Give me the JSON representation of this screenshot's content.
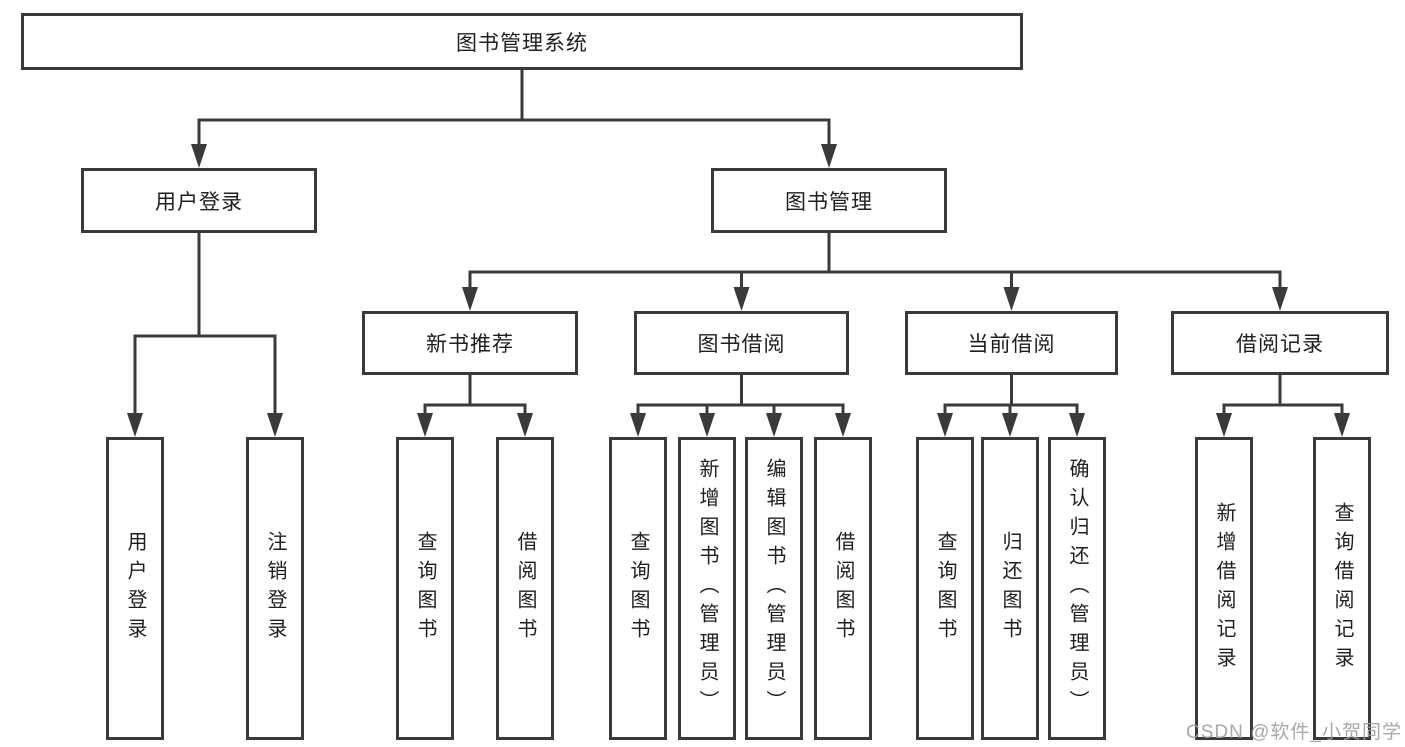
{
  "tree": {
    "root": {
      "label": "图书管理系统"
    },
    "branches": [
      {
        "label": "用户登录",
        "children": [
          {
            "label": "用户登录"
          },
          {
            "label": "注销登录"
          }
        ]
      },
      {
        "label": "图书管理",
        "groups": [
          {
            "label": "新书推荐",
            "children": [
              {
                "label": "查询图书"
              },
              {
                "label": "借阅图书"
              }
            ]
          },
          {
            "label": "图书借阅",
            "children": [
              {
                "label": "查询图书"
              },
              {
                "label": "新增图书（管理员）"
              },
              {
                "label": "编辑图书（管理员）"
              },
              {
                "label": "借阅图书"
              }
            ]
          },
          {
            "label": "当前借阅",
            "children": [
              {
                "label": "查询图书"
              },
              {
                "label": "归还图书"
              },
              {
                "label": "确认归还（管理员）"
              }
            ]
          },
          {
            "label": "借阅记录",
            "children": [
              {
                "label": "新增借阅记录"
              },
              {
                "label": "查询借阅记录"
              }
            ]
          }
        ]
      }
    ]
  },
  "watermark": {
    "text": "CSDN @软件_小贺同学"
  },
  "colors": {
    "line": "#3a3a3a",
    "text": "#1f1f1f",
    "background": "#ffffff",
    "watermark": "#9e9e9e"
  }
}
